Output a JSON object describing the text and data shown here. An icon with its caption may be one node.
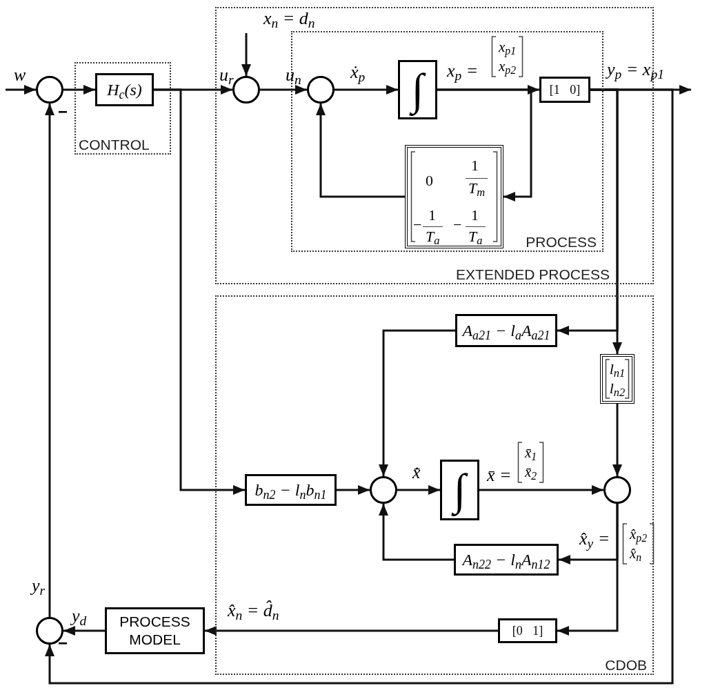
{
  "diagram": {
    "nodes": [
      {
        "text": [
          "CONTROL"
        ]
      },
      {
        "text": [
          "EXTENDED PROCESS"
        ]
      },
      {
        "text": [
          "PROCESS"
        ],
        "in": 1
      },
      {
        "text": [
          "CDOB"
        ]
      },
      {
        "text": [],
        "shape": "circle"
      },
      {
        "text": [
          "H$_{c}$(s)"
        ],
        "in": 0
      },
      {
        "text": [],
        "shape": "circle",
        "in": 1
      },
      {
        "text": [],
        "shape": "circle",
        "in": 2
      },
      {
        "text": [
          "∫"
        ],
        "in": 2
      },
      {
        "text": [
          "[1 0]"
        ],
        "in": 2
      },
      {
        "text": [
          "0",
          "1",
          "T$_{m}$",
          "−",
          "1",
          "T$_{a}$",
          "−",
          "1",
          "T$_{a}$"
        ],
        "in": 2
      },
      {
        "text": [
          "A$_{a21}$ − l$_{a}$A$_{a21}$"
        ],
        "in": 3
      },
      {
        "text": [
          "l$_{n1}$",
          "l$_{n2}$"
        ],
        "in": 3
      },
      {
        "text": [
          "b$_{n2}$ − l$_{n}$b$_{n1}$"
        ],
        "in": 3
      },
      {
        "text": [],
        "shape": "circle",
        "in": 3
      },
      {
        "text": [
          "∫"
        ],
        "in": 3
      },
      {
        "text": [],
        "shape": "circle",
        "in": 3
      },
      {
        "text": [
          "A$_{n22}$ − l$_{n}$A$_{n12}$"
        ],
        "in": 3
      },
      {
        "text": [
          "[0 1]"
        ],
        "in": 3
      },
      {
        "text": [
          "PROCESS MODEL"
        ]
      },
      {
        "text": [],
        "shape": "circle"
      }
    ],
    "edges": [
      {
        "from": null,
        "to": 4,
        "arrow": "to",
        "label": "w"
      },
      {
        "from": 4,
        "to": 5,
        "arrow": "to"
      },
      {
        "from": 5,
        "to": 6,
        "arrow": "to",
        "label": "u$_{r}$"
      },
      {
        "from": null,
        "to": 6,
        "arrow": "to",
        "label": "x$_{n}$ = d$_{n}$"
      },
      {
        "from": 6,
        "to": 7,
        "arrow": "to",
        "label": "u$_{n}$"
      },
      {
        "from": 7,
        "to": 8,
        "arrow": "to",
        "label": "ẋ$_{p}$"
      },
      {
        "from": 8,
        "to": 9,
        "arrow": "to",
        "label": "x$_{p}$ ="
      },
      {
        "from": 8,
        "to": 10,
        "arrow": "to"
      },
      {
        "from": 10,
        "to": 7,
        "arrow": "to"
      },
      {
        "from": 9,
        "to": null,
        "arrow": "to",
        "label": "y$_{p}$ = x$_{p1}$"
      },
      {
        "from": 9,
        "to": 11,
        "arrow": "to"
      },
      {
        "from": 9,
        "to": 12,
        "arrow": "to"
      },
      {
        "from": 11,
        "to": 14,
        "arrow": "to"
      },
      {
        "from": 12,
        "to": 16,
        "arrow": "to"
      },
      {
        "from": 5,
        "to": 13,
        "arrow": "to"
      },
      {
        "from": 13,
        "to": 14,
        "arrow": "to"
      },
      {
        "from": 14,
        "to": 15,
        "arrow": "to",
        "label": "x̄̇"
      },
      {
        "from": 15,
        "to": 16,
        "arrow": "to",
        "label": "x̄ ="
      },
      {
        "from": 16,
        "to": 17,
        "arrow": "to",
        "label": "x̂$_{y}$ ="
      },
      {
        "from": 16,
        "to": 18,
        "arrow": "to"
      },
      {
        "from": 17,
        "to": 14,
        "arrow": "to"
      },
      {
        "from": 18,
        "to": 19,
        "arrow": "to",
        "label": "x̂$_{n}$ = d̂$_{n}$"
      },
      {
        "from": 19,
        "to": 20,
        "arrow": "to",
        "label": "y$_{d}$"
      },
      {
        "from": 20,
        "to": 4,
        "arrow": "to",
        "label": "y$_{r}$"
      },
      {
        "from": 9,
        "to": 20,
        "arrow": "to"
      }
    ],
    "labels": [
      "−",
      "x$_{p1}$",
      "x$_{p2}$",
      "x̄$_{1}$",
      "x̄$_{2}$",
      "x̂$_{p2}$",
      "x̂$_{n}$",
      "−"
    ]
  }
}
